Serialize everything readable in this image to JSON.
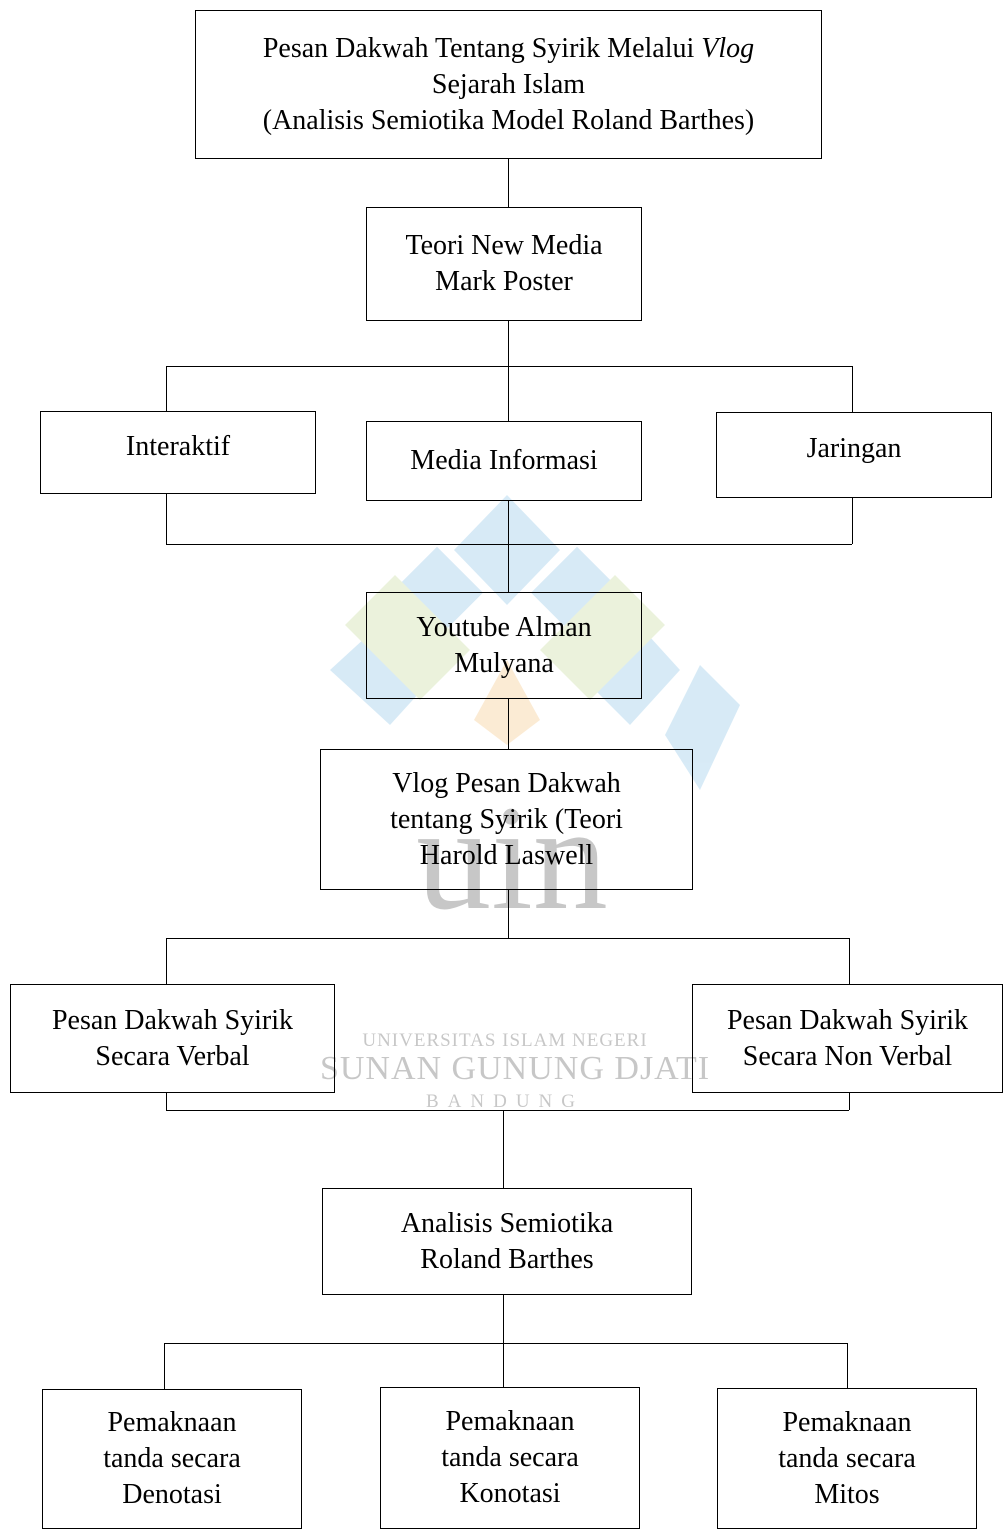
{
  "nodes": {
    "title": {
      "line1": "Pesan Dakwah Tentang Syirik Melalui ",
      "line1_italic": "Vlog",
      "line2": "Sejarah Islam",
      "line3": "(Analisis Semiotika Model Roland Barthes)"
    },
    "new_media": {
      "line1": "Teori New Media",
      "line2": "Mark Poster"
    },
    "interaktif": {
      "line1": "Interaktif"
    },
    "media_informasi": {
      "line1": "Media Informasi"
    },
    "jaringan": {
      "line1": "Jaringan"
    },
    "youtube": {
      "line1": "Youtube Alman",
      "line2": "Mulyana"
    },
    "vlog": {
      "line1": "Vlog Pesan Dakwah",
      "line2": "tentang Syirik (Teori",
      "line3": "Harold Laswell"
    },
    "verbal": {
      "line1": "Pesan Dakwah Syirik",
      "line2": "Secara Verbal"
    },
    "non_verbal": {
      "line1": "Pesan Dakwah Syirik",
      "line2": "Secara Non Verbal"
    },
    "semiotika": {
      "line1": "Analisis Semiotika",
      "line2": "Roland Barthes"
    },
    "denotasi": {
      "line1": "Pemaknaan",
      "line2": "tanda secara",
      "line3": "Denotasi"
    },
    "konotasi": {
      "line1": "Pemaknaan",
      "line2": "tanda secara",
      "line3": "Konotasi"
    },
    "mitos": {
      "line1": "Pemaknaan",
      "line2": "tanda secara",
      "line3": "Mitos"
    }
  },
  "watermark": {
    "logo_text": "uin",
    "line1": "UNIVERSITAS ISLAM NEGERI",
    "line2": "SUNAN GUNUNG DJATI",
    "line3": "BANDUNG",
    "colors": {
      "blue": "#4da3d9",
      "green": "#a8c964",
      "orange": "#f0a640",
      "gray": "#a0a0a0"
    }
  }
}
